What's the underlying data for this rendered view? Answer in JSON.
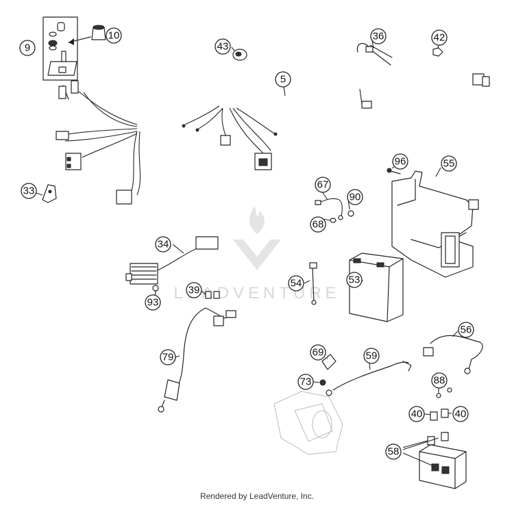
{
  "footer_text": "Rendered by LeadVenture, Inc.",
  "watermark_text": "LEADVENTURE",
  "callouts": {
    "c5": "5",
    "c9": "9",
    "c10": "10",
    "c33": "33",
    "c34": "34",
    "c36": "36",
    "c39": "39",
    "c40a": "40",
    "c40b": "40",
    "c42": "42",
    "c43": "43",
    "c53": "53",
    "c54": "54",
    "c55": "55",
    "c56": "56",
    "c58": "58",
    "c59": "59",
    "c67": "67",
    "c68": "68",
    "c69": "69",
    "c73": "73",
    "c79": "79",
    "c88": "88",
    "c90": "90",
    "c93": "93",
    "c96": "96"
  }
}
